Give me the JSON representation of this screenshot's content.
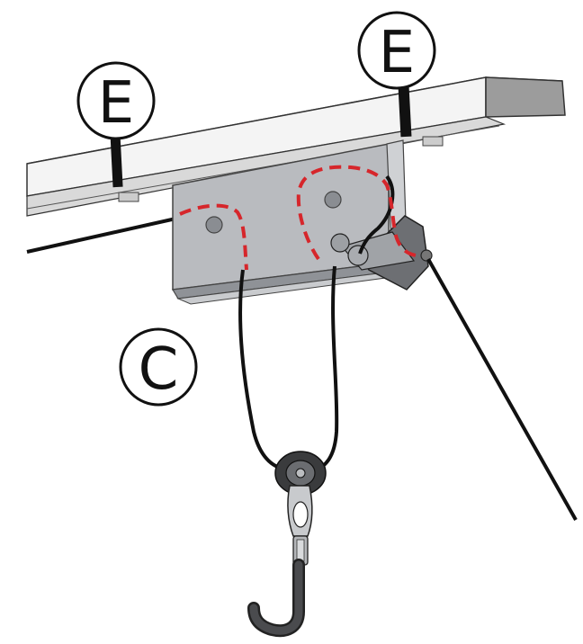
{
  "labels": {
    "e_left": "E",
    "e_right": "E",
    "c": "C"
  },
  "colors": {
    "rail_face": "#f2f2f2",
    "rail_top": "#e4e4e4",
    "rail_end": "#9a9a9a",
    "plate": "#b7b9bd",
    "plate_shadow": "#8f9297",
    "cord": "#111111",
    "dashed_path": "#d6262b",
    "strap": "#111111"
  },
  "icons": {
    "pulley": "pulley-wheel-icon",
    "hook": "hook-icon",
    "bolt": "bolt-icon"
  }
}
